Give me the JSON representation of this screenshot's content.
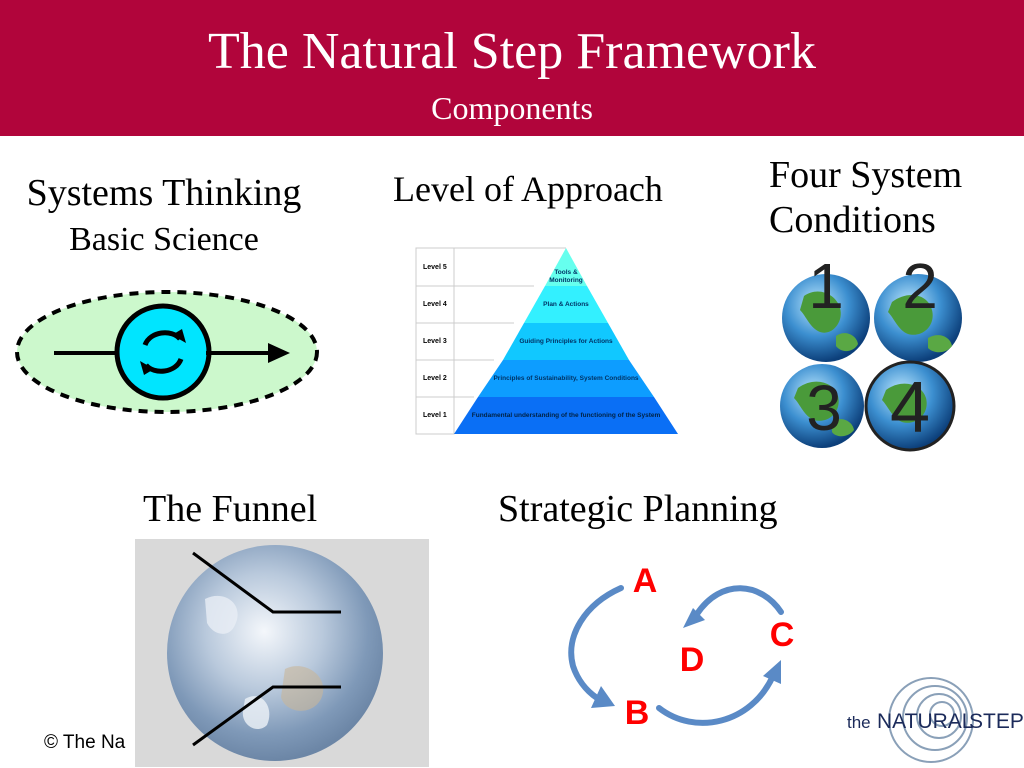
{
  "slide": {
    "title": "The Natural Step Framework",
    "subtitle": "Components"
  },
  "systems_thinking": {
    "line1": "Systems Thinking",
    "line2": "Basic Science"
  },
  "level_of_approach": {
    "label": "Level of Approach",
    "levels": [
      {
        "level": "Level 5",
        "text_line1": "Tools &",
        "text_line2": "Monitoring"
      },
      {
        "level": "Level 4",
        "text": "Plan & Actions"
      },
      {
        "level": "Level 3",
        "text": "Guiding Principles for Actions"
      },
      {
        "level": "Level 2",
        "text": "Principles of Sustainability, System Conditions"
      },
      {
        "level": "Level 1",
        "text": "Fundamental understanding of the functioning of the System"
      }
    ]
  },
  "four_system_conditions": {
    "line1": "Four System",
    "line2": "Conditions",
    "numbers": [
      "1",
      "2",
      "3",
      "4"
    ]
  },
  "funnel": {
    "label": "The Funnel"
  },
  "strategic_planning": {
    "label": "Strategic Planning",
    "letters": {
      "a": "A",
      "b": "B",
      "c": "C",
      "d": "D"
    },
    "letter_color": "#ff0000",
    "arrow_color": "#5a8ac6"
  },
  "footer": {
    "copyright": "© The Na"
  },
  "logo": {
    "the": "the",
    "natural": "NATURAL",
    "step": "STEP"
  },
  "colors": {
    "header_bg": "#b1053b",
    "header_text": "#ffffff"
  }
}
